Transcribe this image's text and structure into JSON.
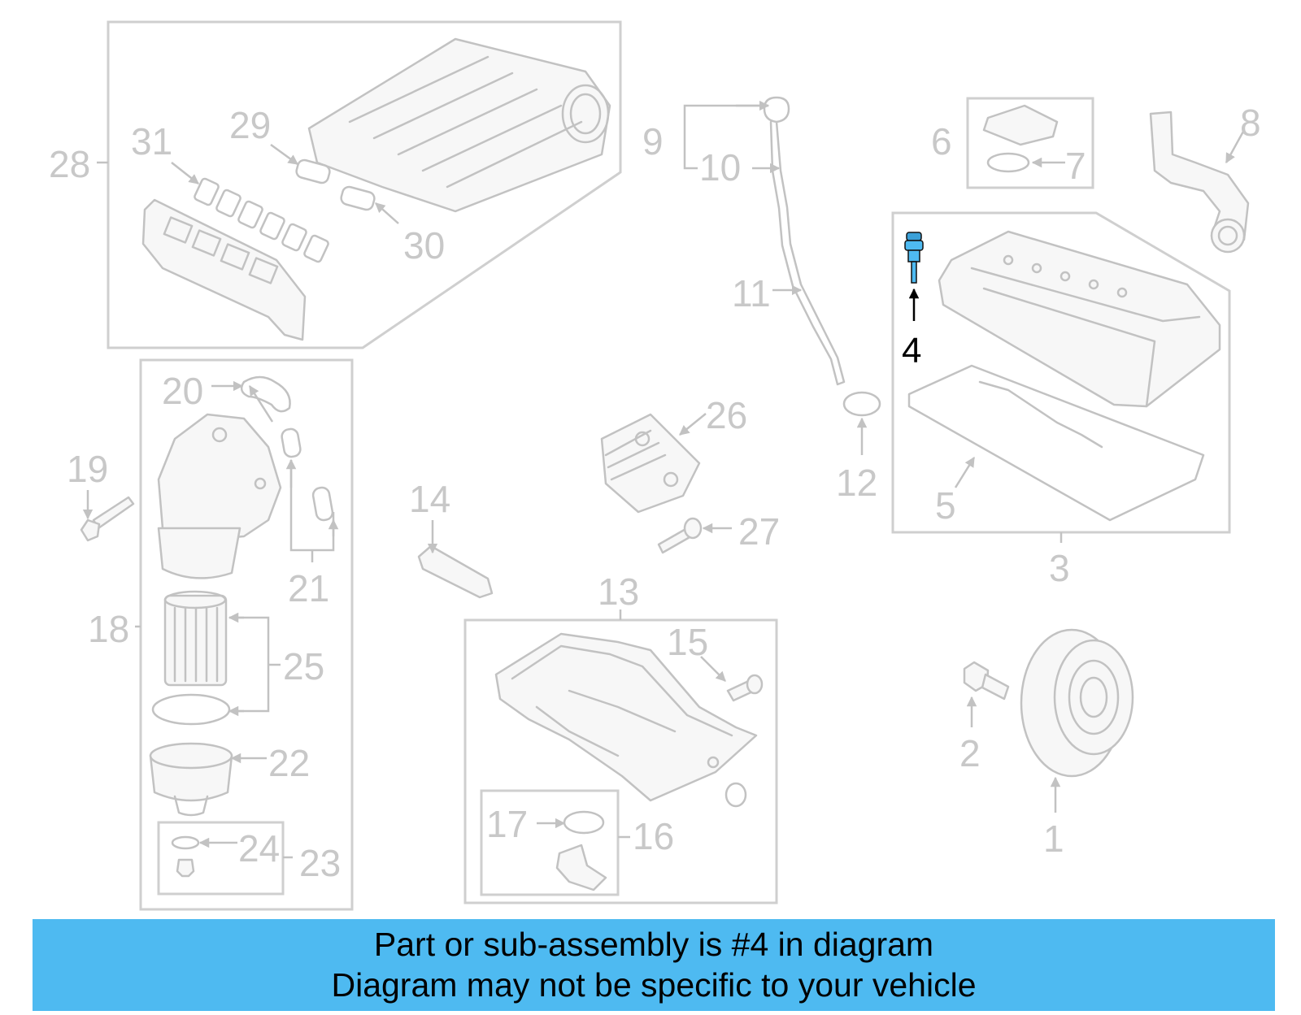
{
  "callouts": {
    "c1": "1",
    "c2": "2",
    "c3": "3",
    "c4": "4",
    "c5": "5",
    "c6": "6",
    "c7": "7",
    "c8": "8",
    "c9": "9",
    "c10": "10",
    "c11": "11",
    "c12": "12",
    "c13": "13",
    "c14": "14",
    "c15": "15",
    "c16": "16",
    "c17": "17",
    "c18": "18",
    "c19": "19",
    "c20": "20",
    "c21": "21",
    "c22": "22",
    "c23": "23",
    "c24": "24",
    "c25": "25",
    "c26": "26",
    "c27": "27",
    "c28": "28",
    "c29": "29",
    "c30": "30",
    "c31": "31"
  },
  "highlight": {
    "part_number": "4",
    "color": "#4ebaf1"
  },
  "colors": {
    "linework": "#c2c2c2",
    "banner": "#4ebaf1",
    "highlight_text": "#000000"
  },
  "banner": {
    "line1": "Part or sub-assembly is #4 in diagram",
    "line2": "Diagram may not be specific to your vehicle"
  }
}
